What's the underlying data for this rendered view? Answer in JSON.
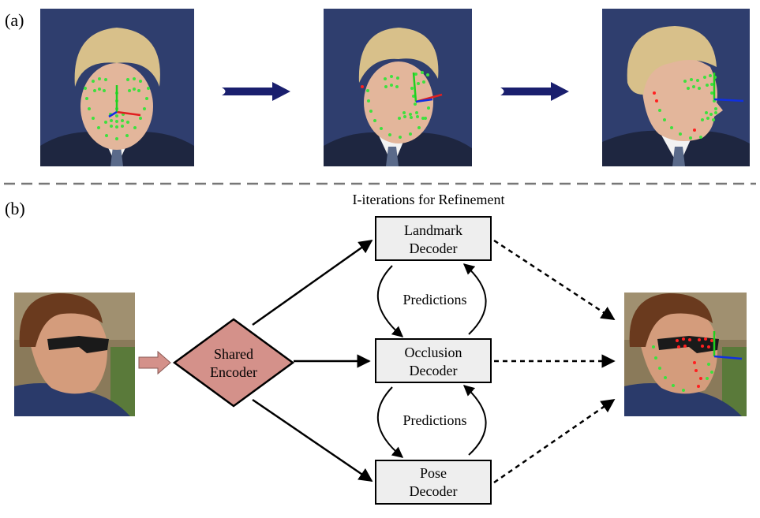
{
  "panel_a": {
    "label": "(a)",
    "photos": [
      {
        "name": "face-photo-frontal",
        "pose": "frontal"
      },
      {
        "name": "face-photo-half-turned",
        "pose": "half-profile"
      },
      {
        "name": "face-photo-profile",
        "pose": "profile"
      }
    ]
  },
  "panel_b": {
    "label": "(b)",
    "refinement_title": "I-iterations for Refinement",
    "encoder": {
      "line1": "Shared",
      "line2": "Encoder"
    },
    "landmark_decoder": {
      "line1": "Landmark",
      "line2": "Decoder"
    },
    "occlusion_decoder": {
      "line1": "Occlusion",
      "line2": "Decoder"
    },
    "pose_decoder": {
      "line1": "Pose",
      "line2": "Decoder"
    },
    "predictions_upper": "Predictions",
    "predictions_lower": "Predictions"
  },
  "colors": {
    "background_photo": "#2f3e6e",
    "hair": "#d8c08a",
    "skin": "#e3b69b",
    "suit": "#1e2640",
    "shirt": "#f2f2f2",
    "tie": "#5a6a8a",
    "landmark_green": "#3ee03e",
    "landmark_red": "#ff2020",
    "axis_red": "#e02020",
    "axis_green": "#20d020",
    "axis_blue": "#1030e0",
    "arrow_navy": "#1a1f6e",
    "encoder_fill": "#d4918a",
    "decoder_fill": "#eeeeee",
    "divider": "#777777"
  }
}
